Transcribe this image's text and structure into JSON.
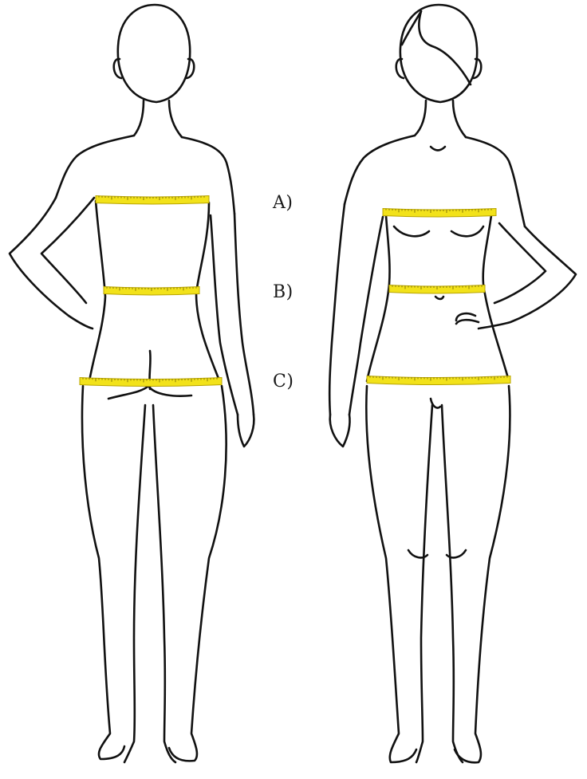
{
  "labels": {
    "a": "A)",
    "b": "B)",
    "c": "C)"
  },
  "colors": {
    "outline": "#111111",
    "tape_fill": "#f2e21a",
    "tape_edge": "#b8a400",
    "tick": "#6b5d00"
  },
  "figures": [
    {
      "view": "back",
      "icon": "female-figure-back-icon"
    },
    {
      "view": "front",
      "icon": "female-figure-front-icon"
    }
  ],
  "measurements": [
    {
      "key": "a",
      "name": "bust"
    },
    {
      "key": "b",
      "name": "waist"
    },
    {
      "key": "c",
      "name": "hips"
    }
  ]
}
